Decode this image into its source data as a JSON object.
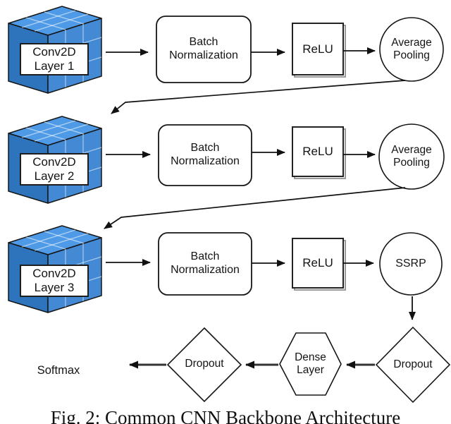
{
  "figure": {
    "rows": [
      {
        "conv": "Conv2D\nLayer 1",
        "batch": "Batch\nNormalization",
        "relu": "ReLU",
        "pool": "Average\nPooling"
      },
      {
        "conv": "Conv2D\nLayer 2",
        "batch": "Batch\nNormalization",
        "relu": "ReLU",
        "pool": "Average\nPooling"
      },
      {
        "conv": "Conv2D\nLayer 3",
        "batch": "Batch\nNormalization",
        "relu": "ReLU",
        "pool": "SSRP"
      }
    ],
    "tail": {
      "dropout_right": "Dropout",
      "dense": "Dense\nLayer",
      "dropout_left": "Dropout",
      "softmax": "Softmax"
    },
    "caption": "Fig. 2: Common CNN Backbone Architecture",
    "colors": {
      "cube_top": "#4f9ae6",
      "cube_front": "#4389d4",
      "cube_left": "#2d74bd",
      "outline": "#161616"
    }
  }
}
